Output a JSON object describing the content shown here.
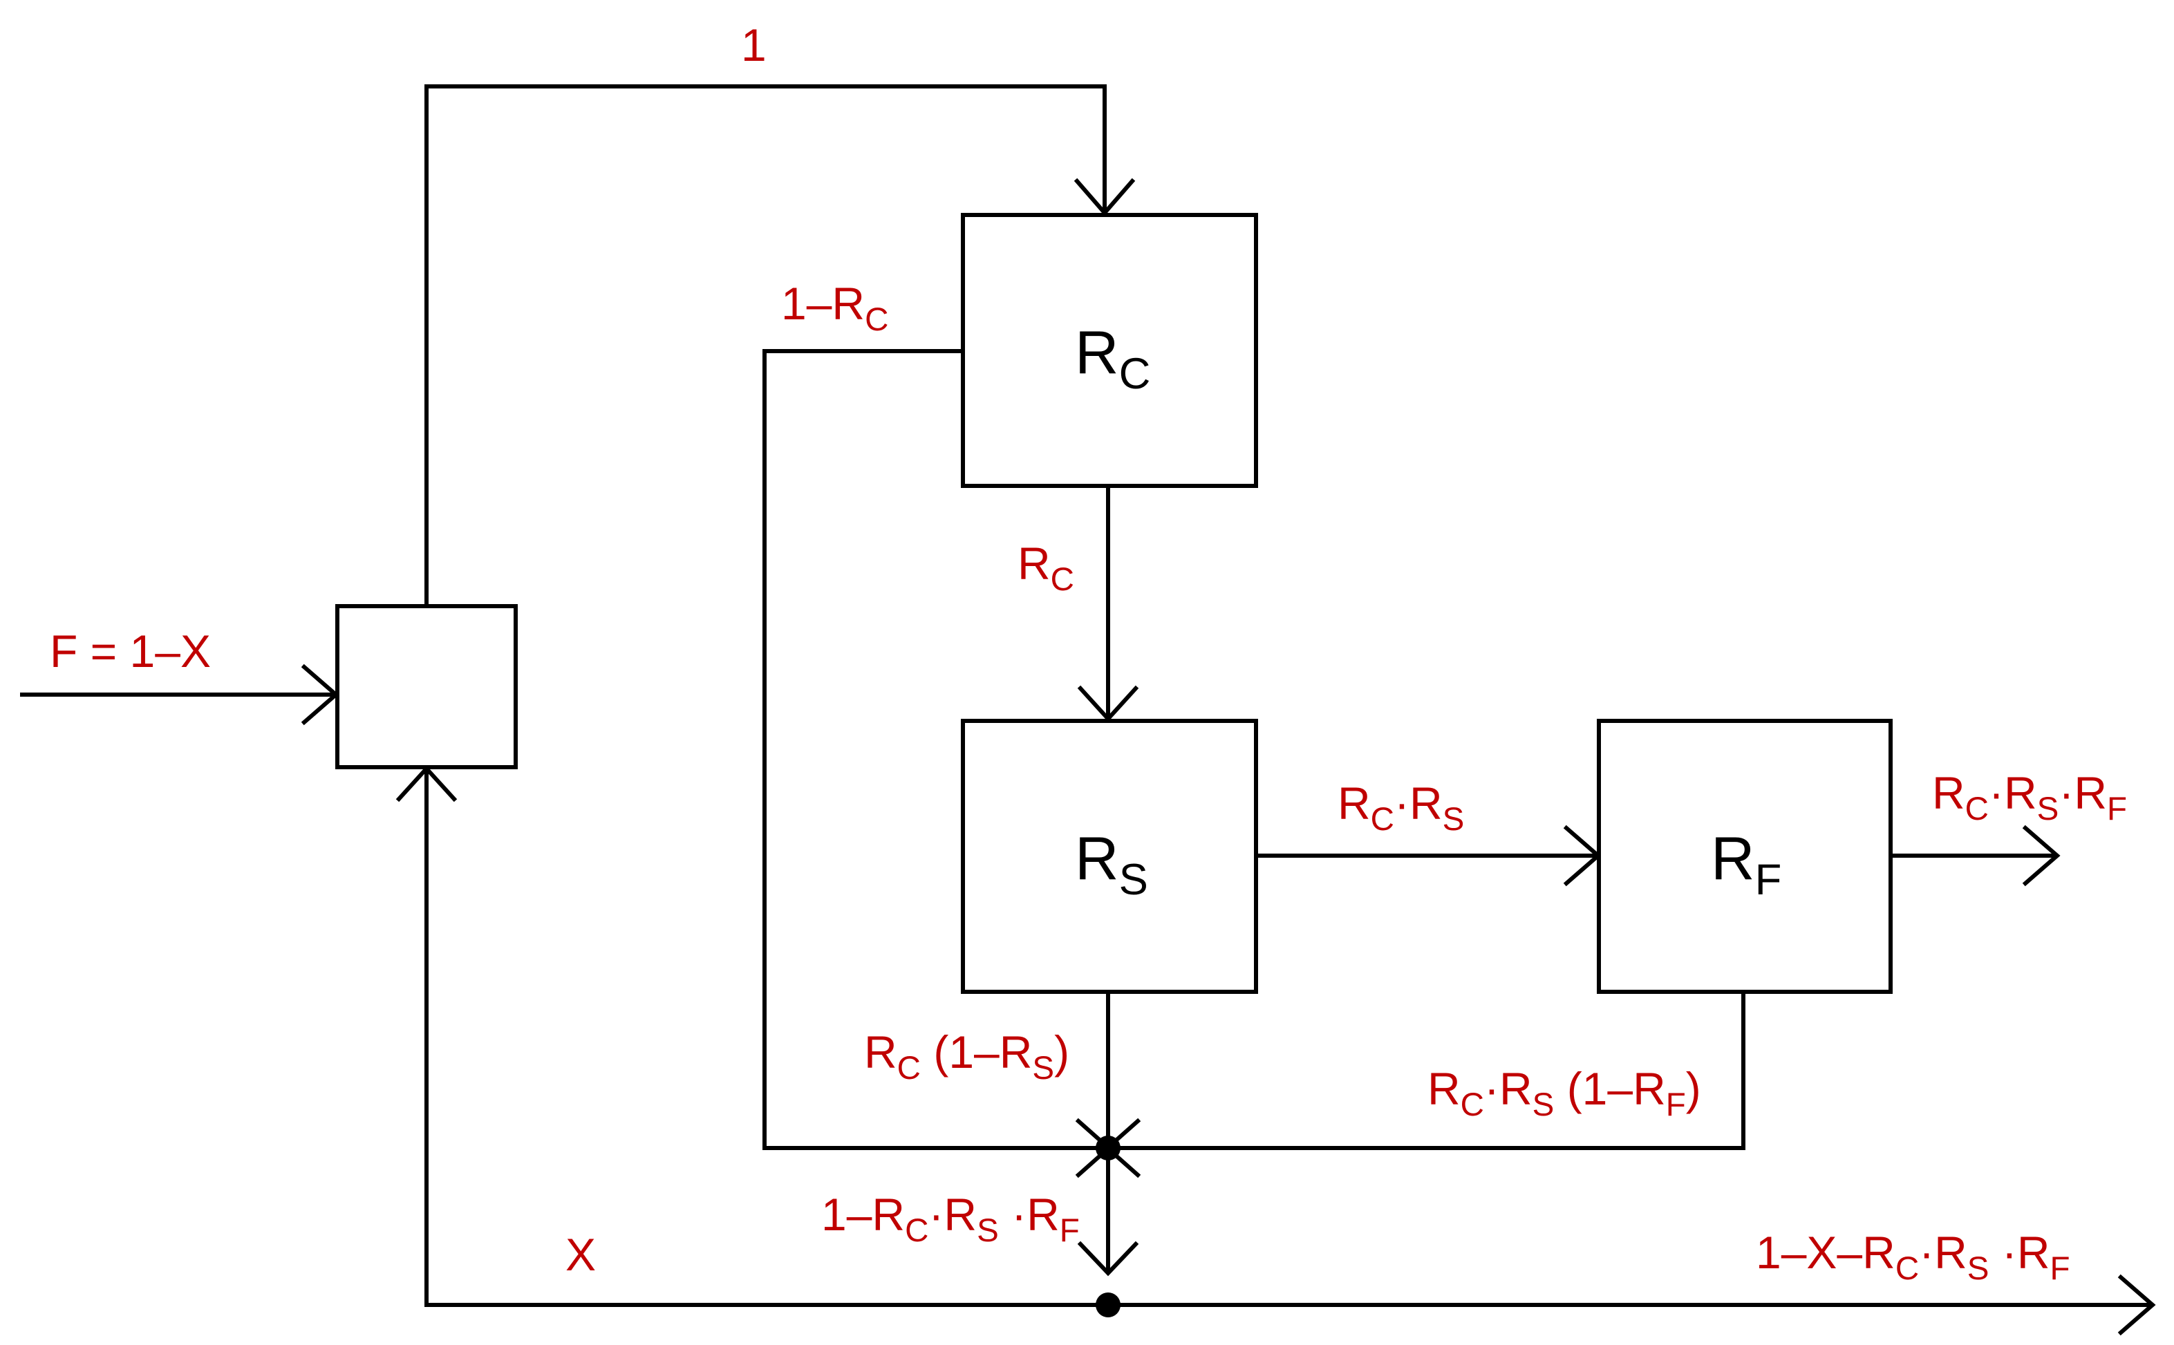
{
  "colors": {
    "label": "#c00000",
    "line": "#000000",
    "background": "#ffffff"
  },
  "blocks": {
    "mixer": {
      "label": ""
    },
    "rc": {
      "main": "R",
      "sub": "C"
    },
    "rs": {
      "main": "R",
      "sub": "S"
    },
    "rf": {
      "main": "R",
      "sub": "F"
    }
  },
  "streams": {
    "feed": "F = 1–X",
    "top": "1",
    "rc_reject": {
      "a": "1–R",
      "a_sub": "C"
    },
    "rc_to_rs": {
      "a": "R",
      "a_sub": "C"
    },
    "rs_to_rf": {
      "a": "R",
      "a_sub": "C",
      "b": "·R",
      "b_sub": "S"
    },
    "product": {
      "a": "R",
      "a_sub": "C",
      "b": "·R",
      "b_sub": "S",
      "c": "·R",
      "c_sub": "F"
    },
    "rs_reject": {
      "a": "R",
      "a_sub": "C",
      "b": " (1–R",
      "b_sub": "S",
      "c": ")"
    },
    "rf_reject": {
      "a": "R",
      "a_sub": "C",
      "b": "·R",
      "b_sub": "S",
      "c": " (1–R",
      "c_sub": "F",
      "d": ")"
    },
    "combined": {
      "a": "1–R",
      "a_sub": "C",
      "b": "·R",
      "b_sub": "S",
      "c": " ·R",
      "c_sub": "F"
    },
    "recycle": "X",
    "bleed": {
      "a": "1–X–R",
      "a_sub": "C",
      "b": "·R",
      "b_sub": "S",
      "c": " ·R",
      "c_sub": "F"
    }
  }
}
